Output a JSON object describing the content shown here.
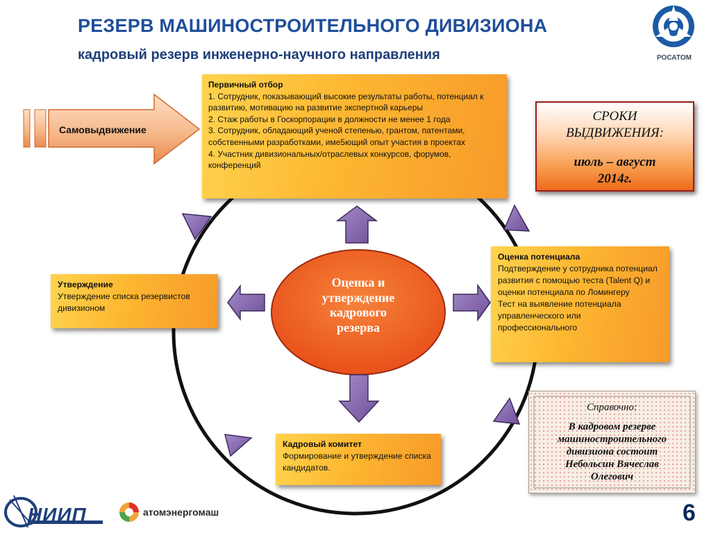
{
  "header": {
    "title": "РЕЗЕРВ МАШИНОСТРОИТЕЛЬНОГО ДИВИЗИОНА",
    "subtitle": "кадровый резерв инженерно-научного направления"
  },
  "logos": {
    "rosatom": "РОСАТОМ",
    "niip": "НИИП",
    "atomenergomash": "атомэнергомаш"
  },
  "self_nomination": "Самовыдвижение",
  "center": {
    "line1": "Оценка и",
    "line2": "утверждение",
    "line3": "кадрового",
    "line4": "резерва"
  },
  "primary_selection": {
    "heading": "Первичный отбор",
    "items": [
      "1. Сотрудник, показывающий высокие результаты работы, потенциал к развитию, мотивацию на развитие экспертной карьеры",
      "2. Стаж работы в Госкорпорации в должности не менее 1 года",
      "3. Сотрудник, обладающий ученой степенью, грантом, патентами, собственными разработками, име5ющий опыт участия в проектах",
      "4. Участник дивизиональных/отраслевых конкурсов, форумов, конференций"
    ]
  },
  "potential": {
    "heading": "Оценка потенциала",
    "text1": "Подтверждение у сотрудника потенциал развития с помощью теста  (Talent Q) и оценки потенциала по Ломингеру",
    "text2": "Тест на выявление потенциала управленческого или профессионального"
  },
  "committee": {
    "heading": "Кадровый комитет",
    "text": "Формирование и утверждение списка кандидатов."
  },
  "approval": {
    "heading": "Утверждение",
    "text": "Утверждение списка резервистов дивизионом"
  },
  "deadlines": {
    "line1": "СРОКИ",
    "line2": "ВЫДВИЖЕНИЯ:",
    "line3": "июль – август",
    "line4": "2014г."
  },
  "reference": {
    "label": "Справочно:",
    "line1": "В кадровом резерве",
    "line2": "машиностроительного",
    "line3": "дивизиона  состоит",
    "line4": "Небольсин Вячеслав",
    "line5": "Олегович"
  },
  "page_number": "6",
  "colors": {
    "title": "#1f4e9a",
    "box_orange": "#fdb731",
    "center_fill": "#f0641e",
    "arrow_purple": "#8a6cb0",
    "circle": "#111111"
  }
}
